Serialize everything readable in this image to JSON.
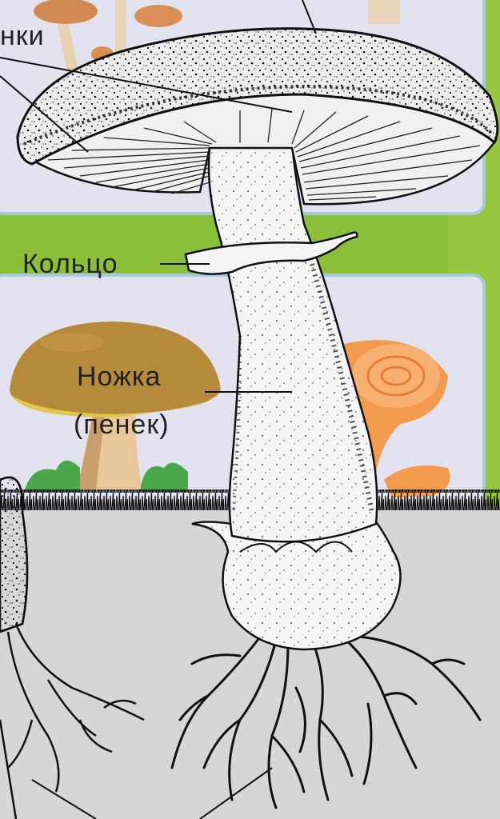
{
  "labels": {
    "gills_partial": "нки",
    "ring": "Кольцо",
    "stem_line1": "Ножка",
    "stem_line2": "(пенек)"
  },
  "colors": {
    "background_green": "#8bbf3a",
    "panel_fill": "#e3e3ef",
    "panel_border": "#a9c9de",
    "ground_gray": "#d6d6d6",
    "boletus_cap": "#b58a3a",
    "chanterelle": "#f29a4e",
    "drawing_ink": "#1a1a1a"
  }
}
